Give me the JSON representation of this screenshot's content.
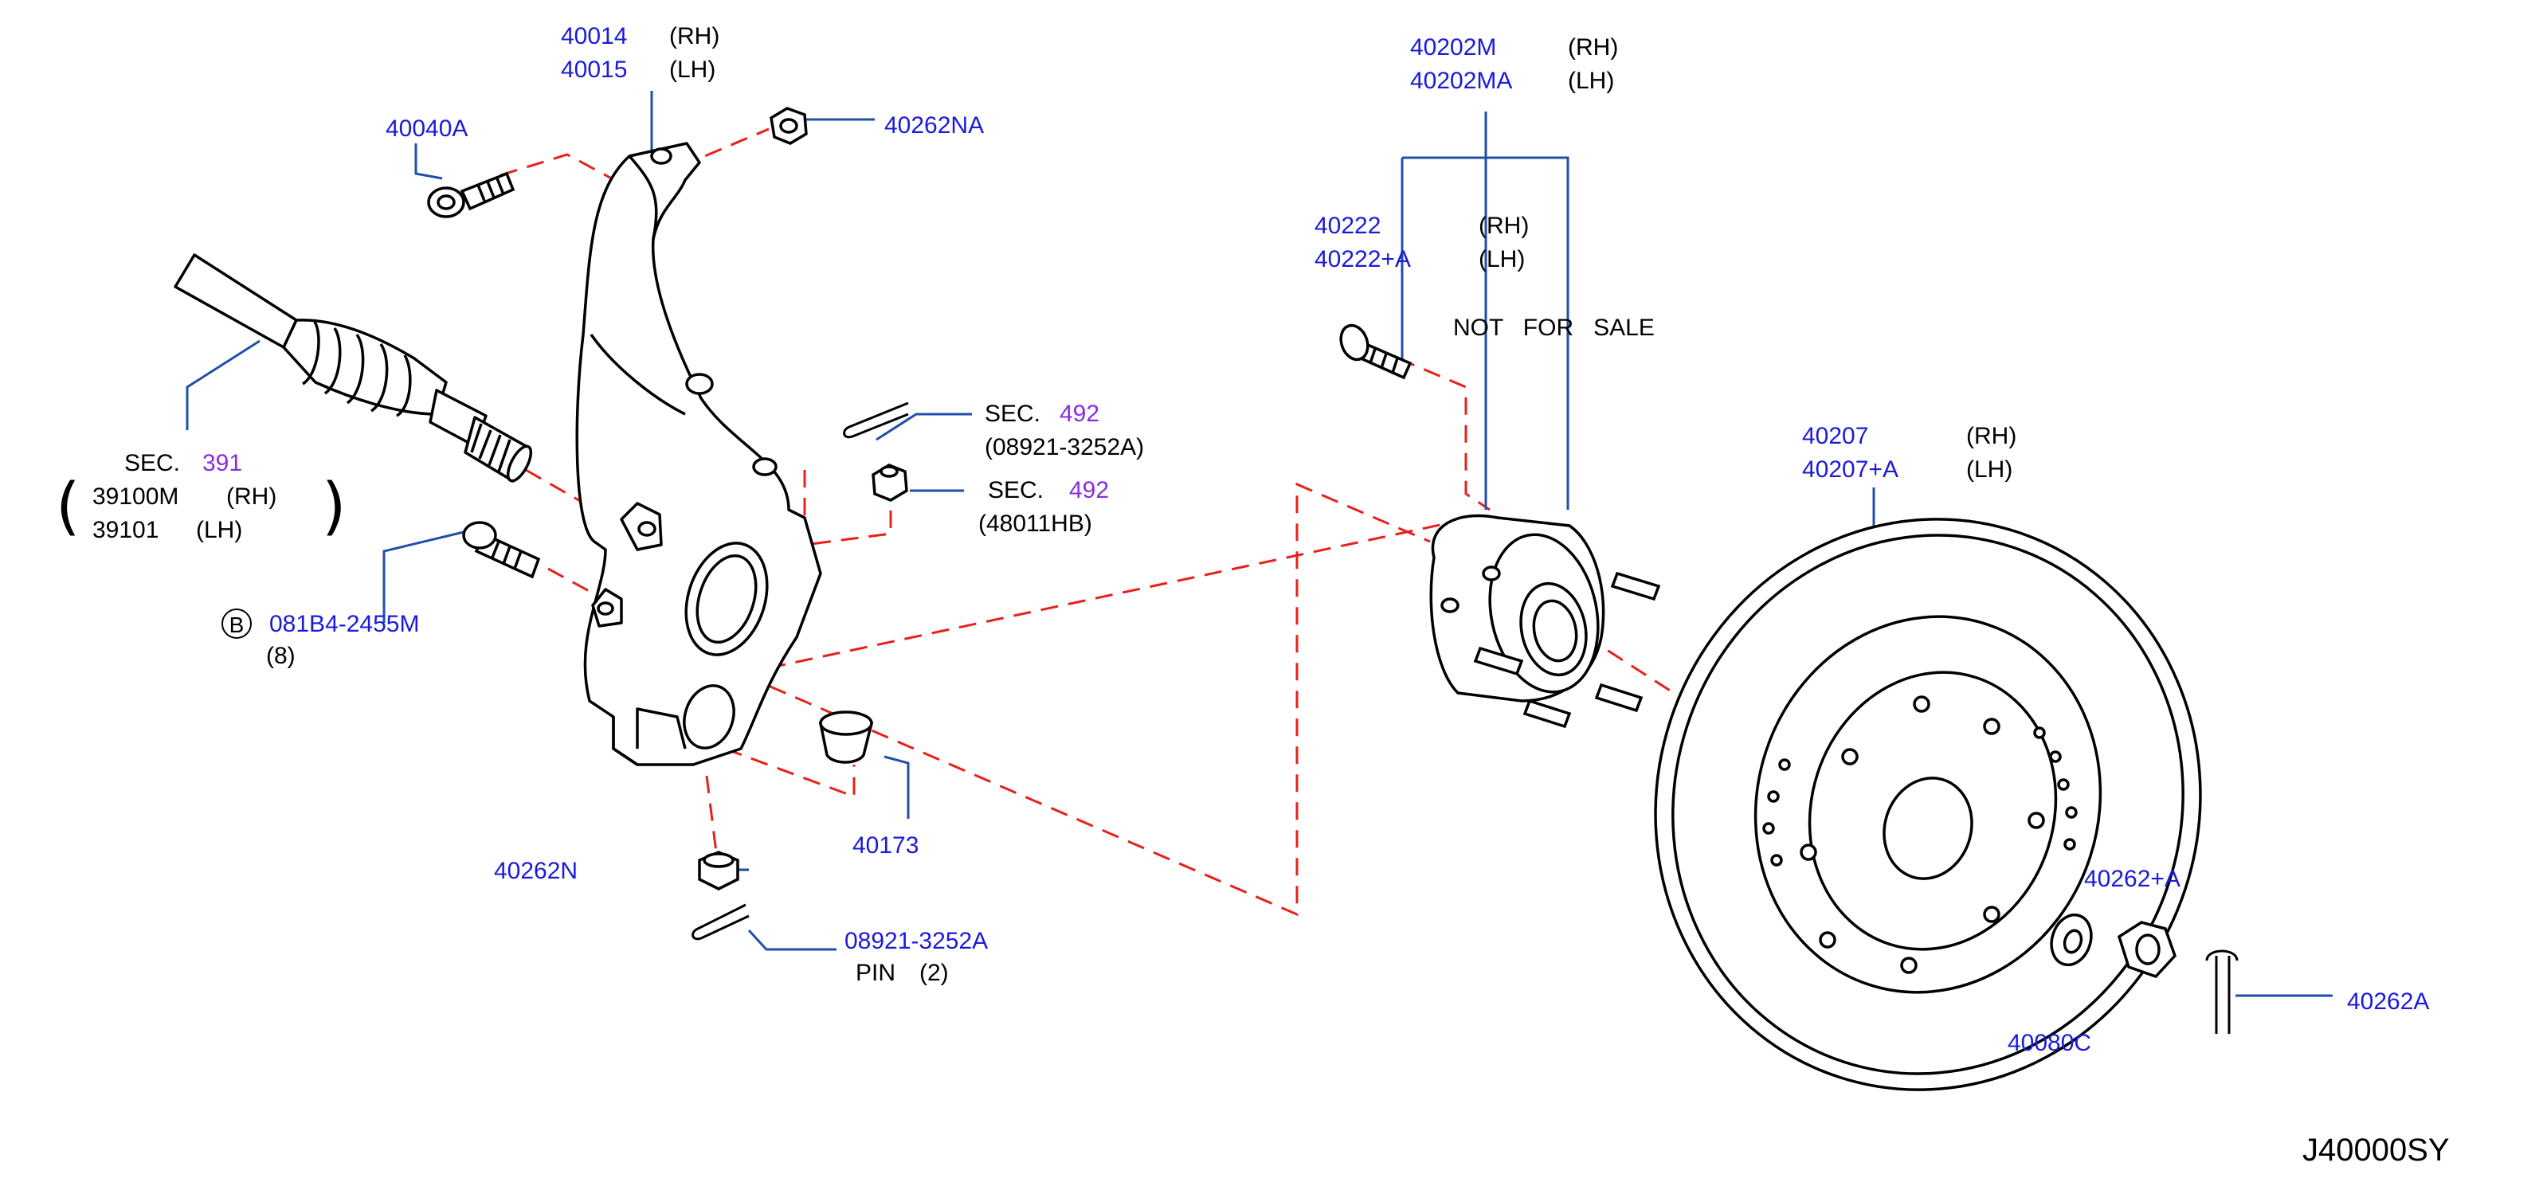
{
  "title_code": "J40000SY",
  "colors": {
    "part_number": "#1a1adc",
    "section_number": "#8a2be2",
    "leader": "#1f4fa8",
    "dashed_guide": "#e8201c",
    "outline": "#000000"
  },
  "labels": {
    "knuckle": {
      "pn1": "40014",
      "side1": "(RH)",
      "pn2": "40015",
      "side2": "(LH)"
    },
    "bolt_upper": {
      "pn": "40040A"
    },
    "nut_upper": {
      "pn": "40262NA"
    },
    "hub": {
      "pn1": "40202M",
      "side1": "(RH)",
      "pn2": "40202MA",
      "side2": "(LH)"
    },
    "stud": {
      "pn1": "40222",
      "side1": "(RH)",
      "pn2": "40222+A",
      "side2": "(LH)"
    },
    "not_for_sale": "NOT   FOR   SALE",
    "driveshaft": {
      "sec_prefix": "SEC.",
      "sec": "391",
      "pn1": "39100M",
      "side1": "(RH)",
      "pn2": "39101",
      "side2": "(LH)",
      "open_paren": "(",
      "close_paren": ")"
    },
    "cotter_upper": {
      "sec_prefix": "SEC.",
      "sec": "492",
      "pn": "(08921-3252A)"
    },
    "castle_nut_upper": {
      "sec_prefix": "SEC.",
      "sec": "492",
      "pn": "(48011HB)"
    },
    "bolt_lower": {
      "ref": "B",
      "pn": "081B4-2455M",
      "qty": "(8)"
    },
    "bushing": {
      "pn": "40173"
    },
    "nut_lower": {
      "pn": "40262N"
    },
    "pin_lower": {
      "pn": "08921-3252A",
      "desc": "PIN",
      "qty": "(2)"
    },
    "rotor": {
      "pn1": "40207",
      "side1": "(RH)",
      "pn2": "40207+A",
      "side2": "(LH)"
    },
    "hub_nut": {
      "pn": "40262+A"
    },
    "washer": {
      "pn": "40080C"
    },
    "cotter_hub": {
      "pn": "40262A"
    }
  }
}
